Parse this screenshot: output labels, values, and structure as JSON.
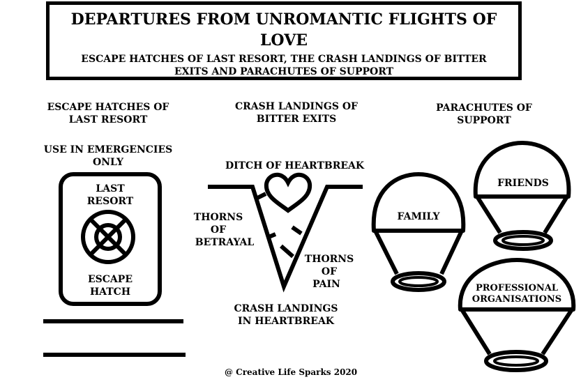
{
  "title": {
    "line1": "DEPARTURES FROM UNROMANTIC FLIGHTS OF",
    "line2": "LOVE",
    "subtitle_line1": "ESCAPE HATCHES OF LAST RESORT, THE CRASH LANDINGS OF BITTER",
    "subtitle_line2": "EXITS AND PARACHUTES OF SUPPORT"
  },
  "columns": {
    "escape": {
      "heading_line1": "ESCAPE HATCHES OF",
      "heading_line2": "LAST RESORT",
      "note_line1": "USE IN EMERGENCIES",
      "note_line2": "ONLY",
      "hatch_top_line1": "LAST",
      "hatch_top_line2": "RESORT",
      "hatch_bottom_line1": "ESCAPE",
      "hatch_bottom_line2": "HATCH"
    },
    "crash": {
      "heading_line1": "CRASH LANDINGS OF",
      "heading_line2": "BITTER EXITS",
      "ditch_label": "DITCH OF HEARTBREAK",
      "thorns_left_line1": "THORNS",
      "thorns_left_line2": "OF",
      "thorns_left_line3": "BETRAYAL",
      "thorns_right_line1": "THORNS",
      "thorns_right_line2": "OF",
      "thorns_right_line3": "PAIN",
      "footer_line1": "CRASH LANDINGS",
      "footer_line2": "IN HEARTBREAK"
    },
    "parachutes": {
      "heading_line1": "PARACHUTES OF",
      "heading_line2": "SUPPORT",
      "family": "FAMILY",
      "friends": "FRIENDS",
      "professional_line1": "PROFESSIONAL",
      "professional_line2": "ORGANISATIONS"
    }
  },
  "credit": "@ Creative Life Sparks 2020",
  "icons": [
    "hatch-icon",
    "cross-wheel-icon",
    "heart-icon",
    "ditch-icon",
    "thorn-icon",
    "parachute-icon"
  ],
  "colors": {
    "ink": "#000000",
    "background": "#ffffff"
  }
}
